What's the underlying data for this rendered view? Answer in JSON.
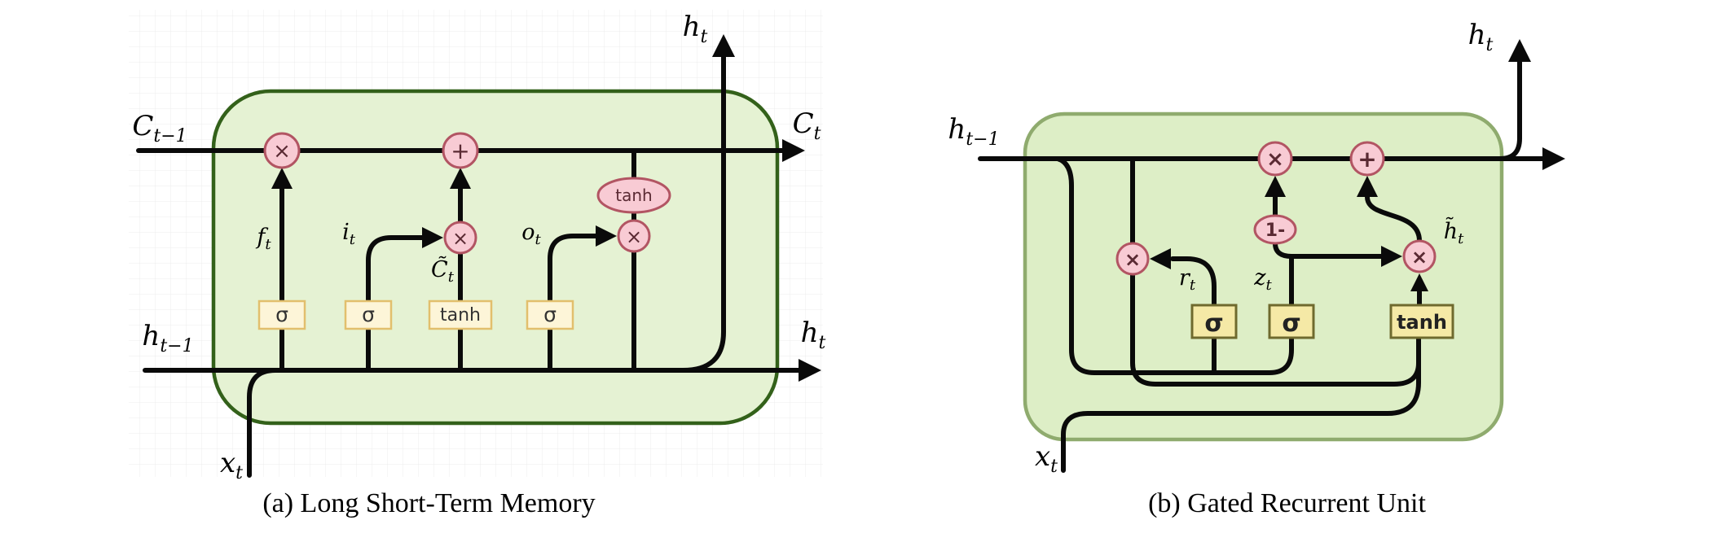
{
  "figure": {
    "caption_a": "(a) Long Short-Term Memory",
    "caption_b": "(b) Gated Recurrent Unit"
  },
  "colors": {
    "background": "#ffffff",
    "lstm_cell_fill": "#e5f2d3",
    "lstm_cell_border": "#33611a",
    "gru_cell_fill": "#ddeec6",
    "gru_cell_border": "#8fab6e",
    "op_node_fill": "#f8cbd4",
    "op_node_border": "#b25563",
    "lstm_gate_fill": "#fdf5d8",
    "lstm_gate_border": "#e2bf6d",
    "gru_gate_fill": "#f5e9a6",
    "gru_gate_border": "#6f6a2e",
    "wire": "#0a0a0a"
  },
  "lstm": {
    "labels": {
      "c_prev": {
        "main": "C",
        "sub": "t−1"
      },
      "c_next": {
        "main": "C",
        "sub": "t"
      },
      "h_top": {
        "main": "h",
        "sub": "t"
      },
      "h_prev": {
        "main": "h",
        "sub": "t−1"
      },
      "h_out": {
        "main": "h",
        "sub": "t"
      },
      "x_in": {
        "main": "x",
        "sub": "t"
      },
      "f": {
        "main": "f",
        "sub": "t"
      },
      "i": {
        "main": "i",
        "sub": "t"
      },
      "c_tilde": {
        "main": "C̃",
        "sub": "t"
      },
      "o": {
        "main": "o",
        "sub": "t"
      }
    },
    "ops": {
      "forget_mul": "×",
      "add": "+",
      "candidate_mul": "×",
      "output_mul": "×",
      "tanh_node": "tanh"
    },
    "gates": {
      "forget": "σ",
      "input": "σ",
      "candidate": "tanh",
      "output": "σ"
    }
  },
  "gru": {
    "labels": {
      "h_prev": {
        "main": "h",
        "sub": "t−1"
      },
      "h_out": {
        "main": "h",
        "sub": "t"
      },
      "r": {
        "main": "r",
        "sub": "t"
      },
      "z": {
        "main": "z",
        "sub": "t"
      },
      "h_tilde": {
        "main": "h̃",
        "sub": "t"
      },
      "x_in": {
        "main": "x",
        "sub": "t"
      }
    },
    "ops": {
      "interp_mul": "×",
      "add": "+",
      "one_minus": "1-",
      "reset_mul": "×",
      "candidate_mul": "×"
    },
    "gates": {
      "reset": "σ",
      "update": "σ",
      "candidate": "tanh"
    }
  }
}
